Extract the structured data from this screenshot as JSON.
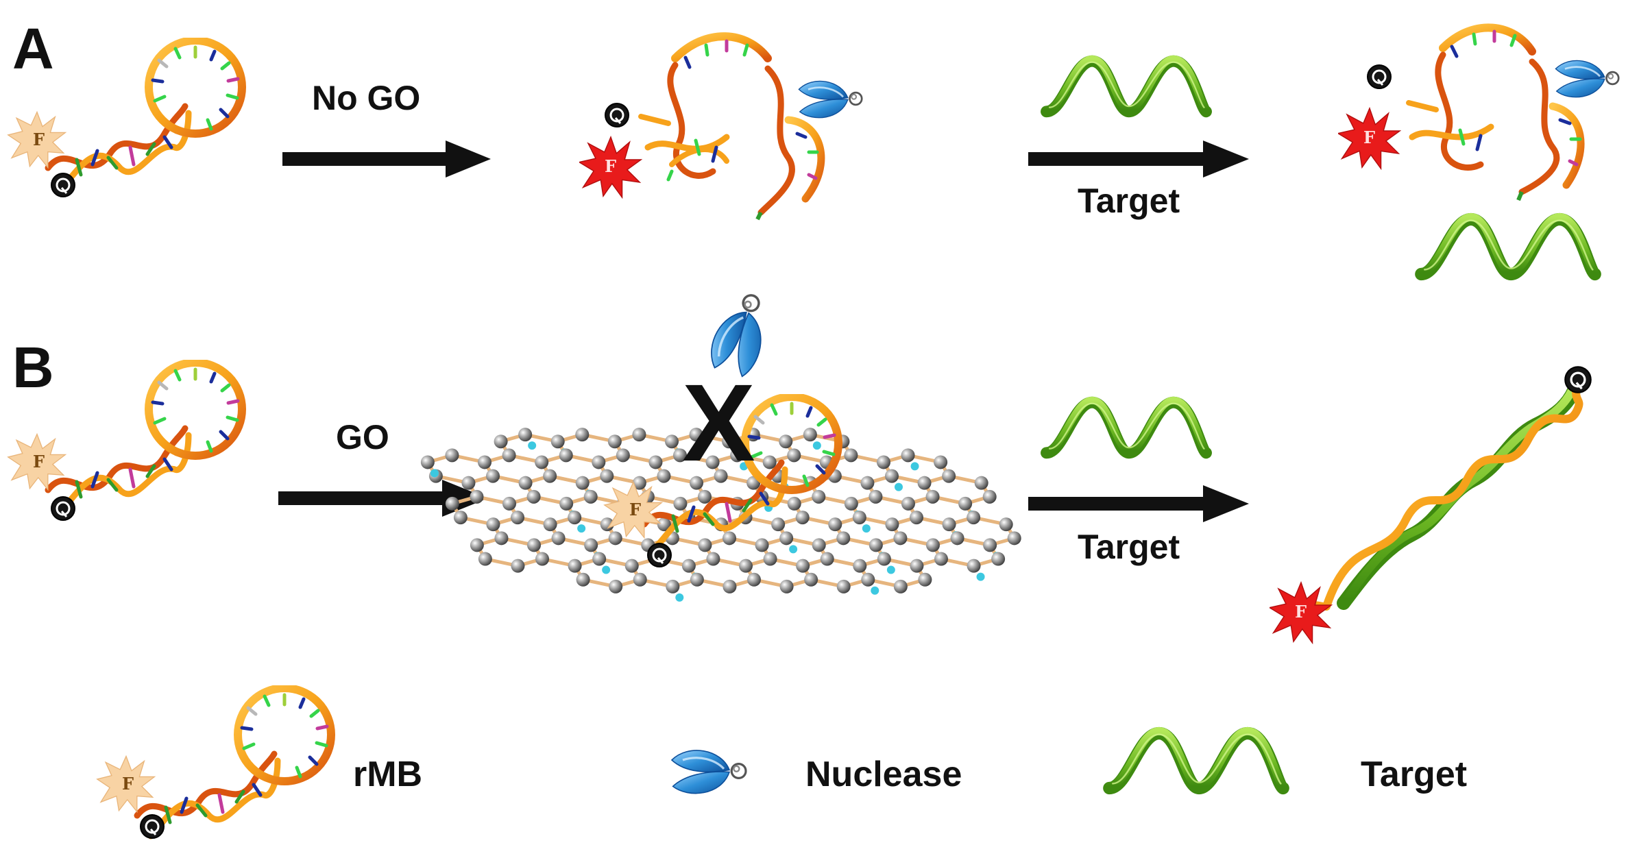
{
  "panels": {
    "a": {
      "label": "A",
      "arrow_label": "No GO",
      "target_arrow_label": "Target"
    },
    "b": {
      "label": "B",
      "arrow_label": "GO",
      "target_arrow_label": "Target",
      "block_mark": "X"
    }
  },
  "markers": {
    "fluorophore": "F",
    "quencher": "Q"
  },
  "legend": {
    "rmb": "rMB",
    "nuclease": "Nuclease",
    "target": "Target"
  },
  "colors": {
    "strand_orange": "#F7A21B",
    "strand_dark": "#D9530F",
    "target_green": "#7CC62A",
    "target_dark": "#3E8A10",
    "fluor_dim": "#F8D3A4",
    "fluor_bright": "#E81B1B",
    "nuclease_blue": "#2E8FD8",
    "graphene_gray": "#8A8A8A"
  }
}
